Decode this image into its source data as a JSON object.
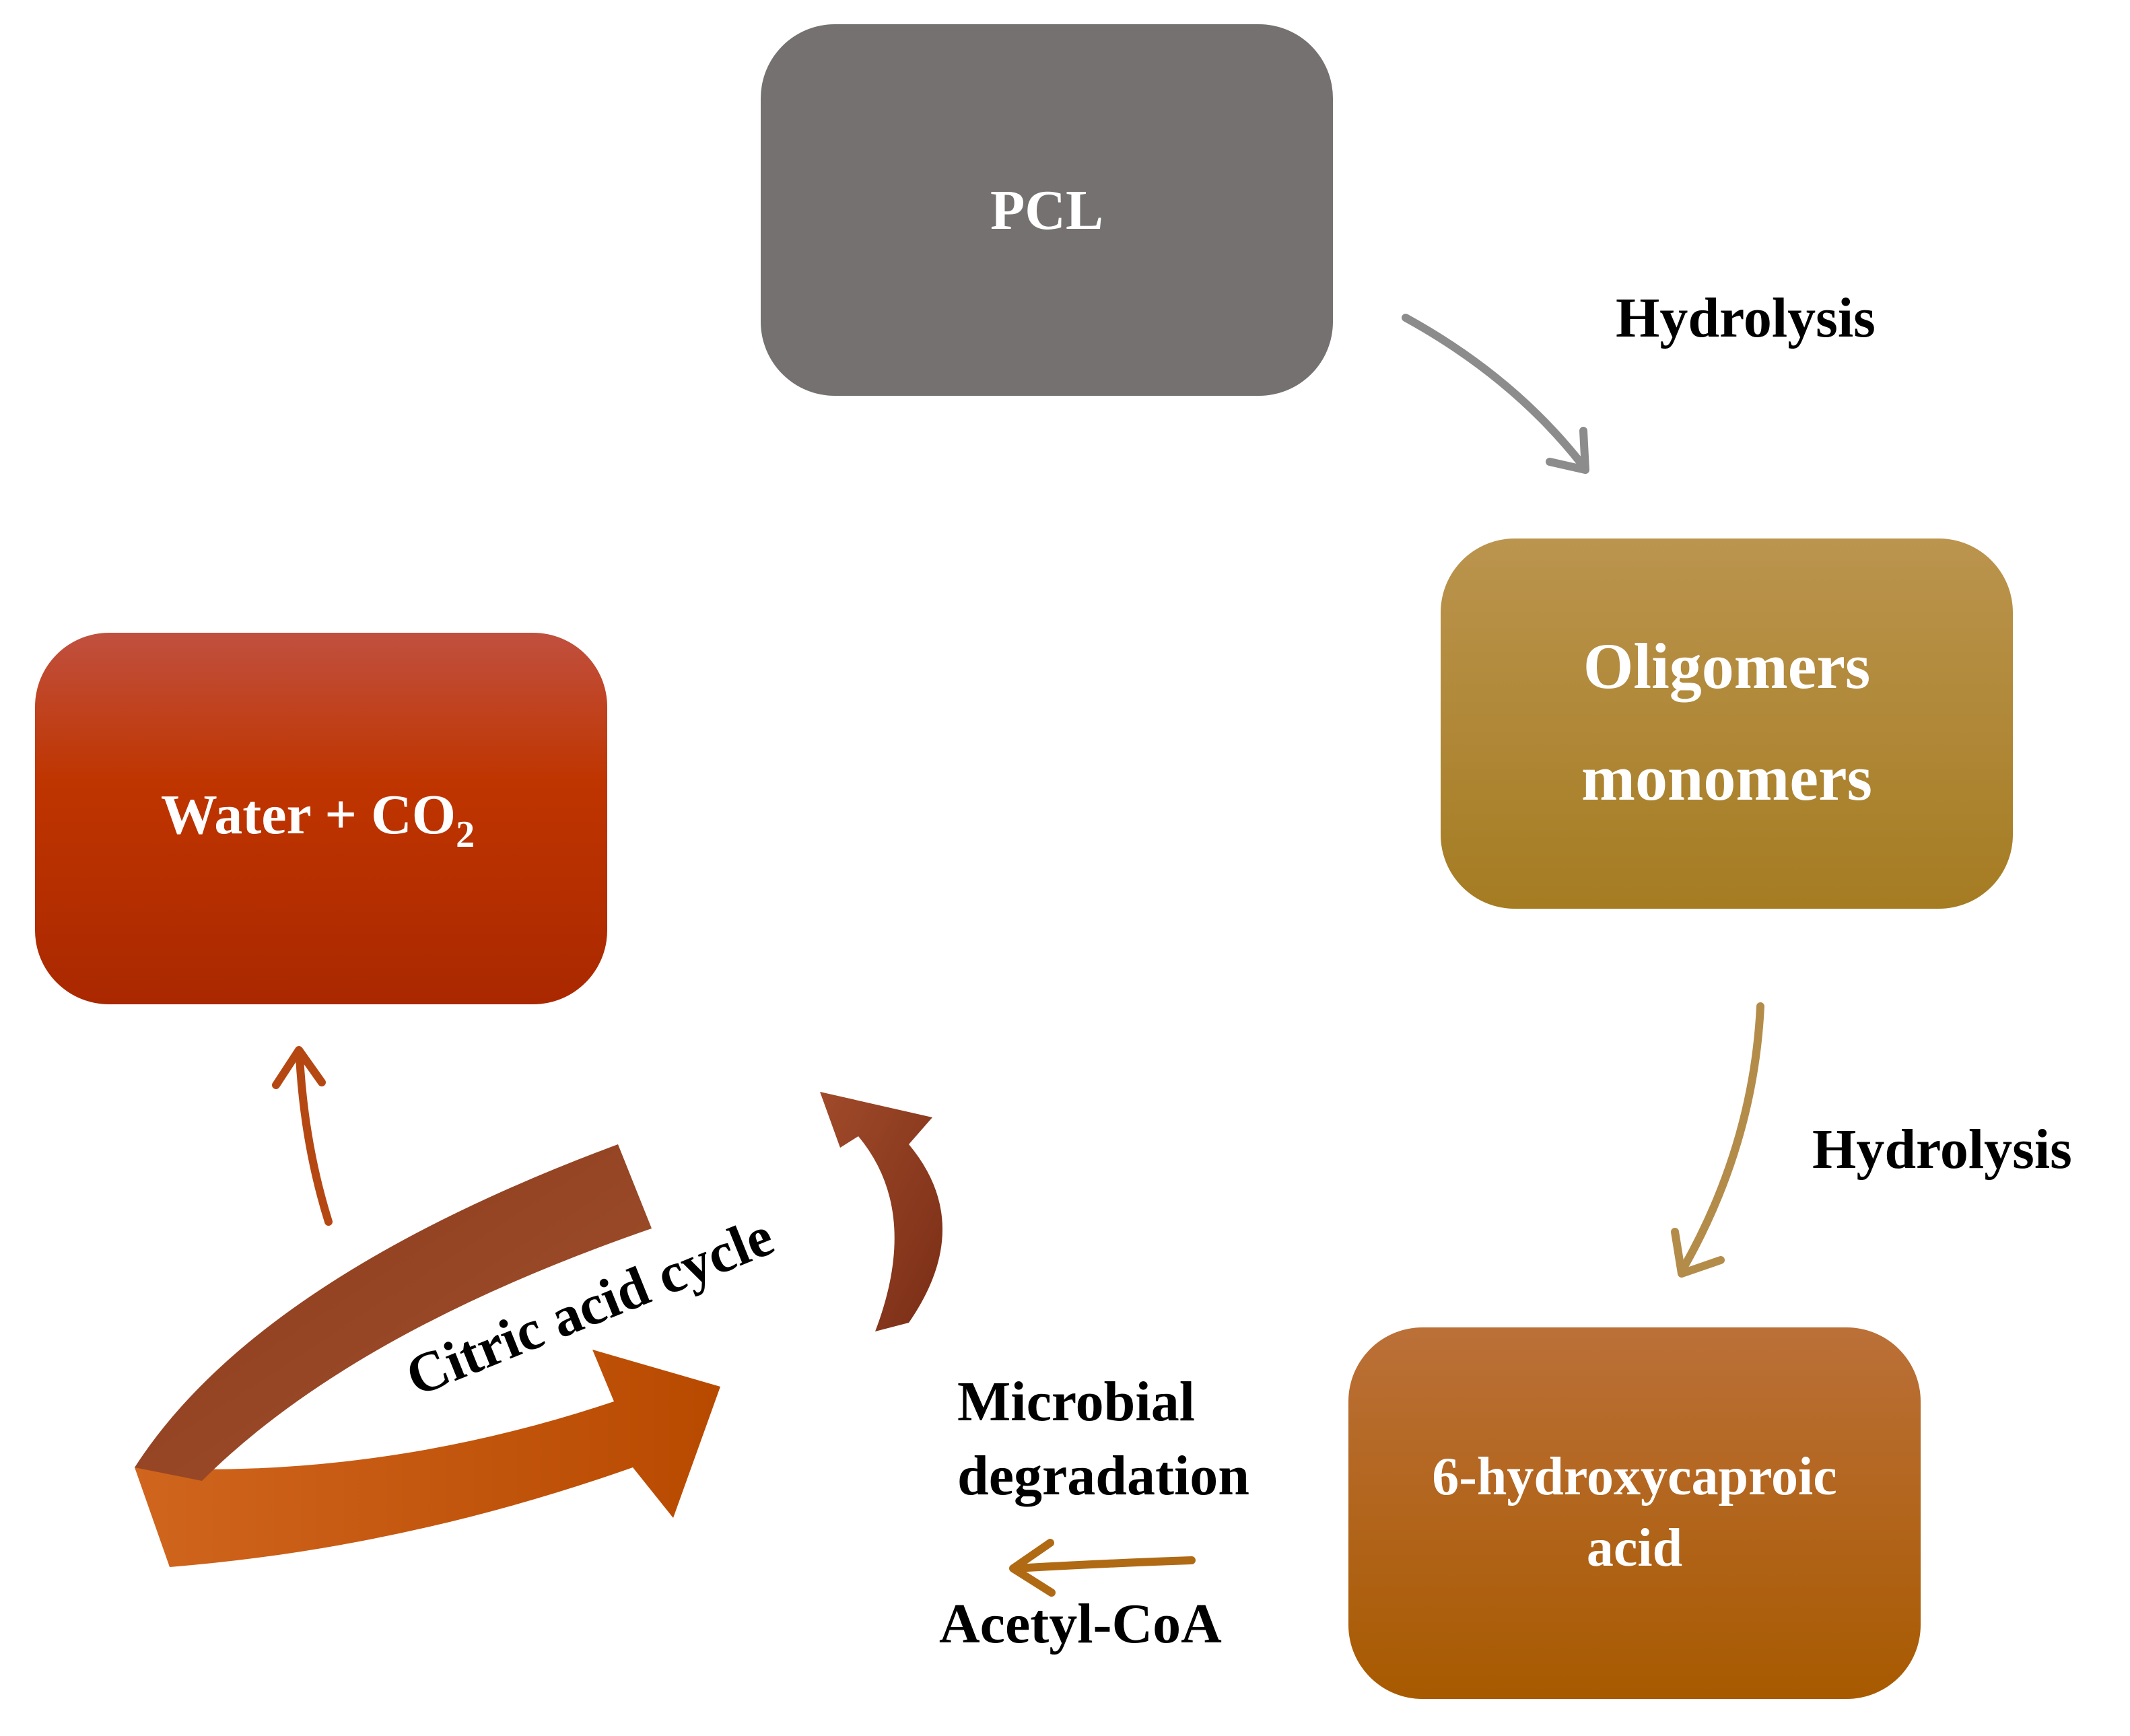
{
  "diagram": {
    "nodes": {
      "pcl": {
        "label": "PCL",
        "color": "#757170"
      },
      "oligomers": {
        "line1": "Oligomers",
        "line2": "monomers",
        "color_top": "#bb944e",
        "color_bottom": "#a57c22"
      },
      "hydroxy": {
        "line1": "6-hydroxycaproic",
        "line2": "acid",
        "color_top": "#bb7038",
        "color_bottom": "#a85a00"
      },
      "water": {
        "label": "Water + CO",
        "subscript": "2",
        "color_top": "#c0503f",
        "color_bottom": "#aa2800"
      }
    },
    "edges": {
      "hydrolysis_1": {
        "label": "Hydrolysis",
        "color": "#8c8c8c"
      },
      "hydrolysis_2": {
        "label": "Hydrolysis",
        "color": "#b48c4a"
      },
      "microbial": {
        "line1": "Microbial",
        "line2": "degradation",
        "product": "Acetyl-CoA",
        "color": "#b06a14"
      },
      "to_water": {
        "color": "#b54812"
      }
    },
    "cycle": {
      "label": "Citric acid cycle",
      "color_dark": "#8a3c20",
      "color_light": "#c8520a"
    }
  }
}
